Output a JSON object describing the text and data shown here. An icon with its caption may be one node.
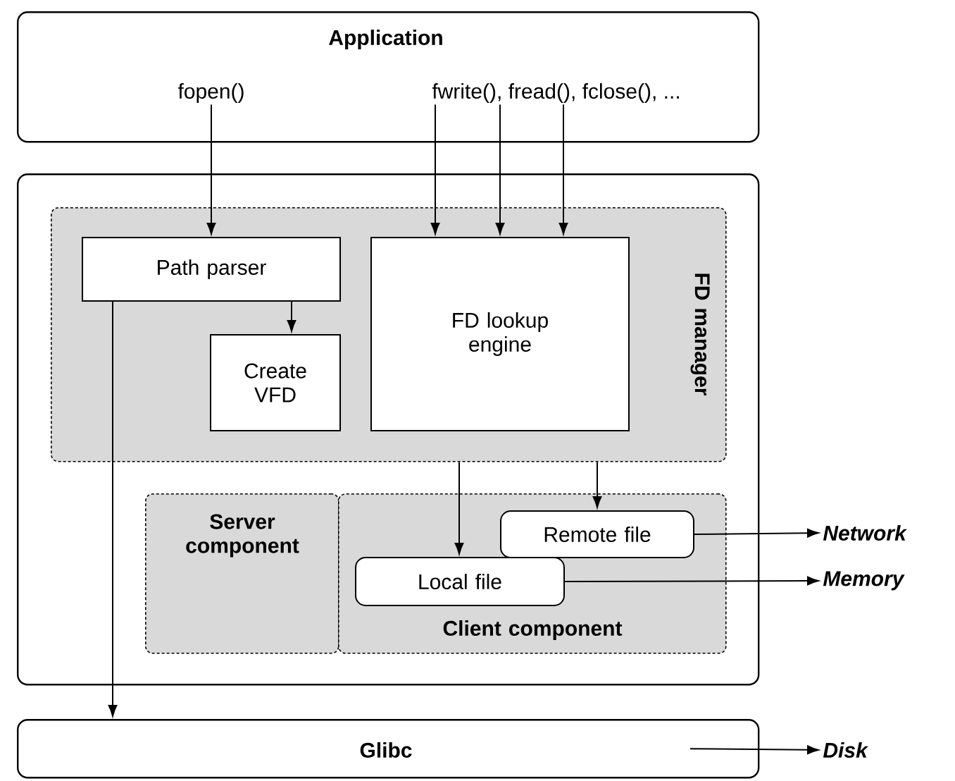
{
  "diagram": {
    "nodes": [
      {
        "text": [
          "Application"
        ]
      },
      {
        "text": [
          "fopen()"
        ],
        "in": 0
      },
      {
        "text": [
          "fwrite(), fread(), fclose(), ..."
        ],
        "in": 0
      },
      {
        "text": [],
        "shape": "box"
      },
      {
        "text": [
          "FD manager"
        ],
        "in": 3
      },
      {
        "text": [
          "Path parser"
        ],
        "in": 4
      },
      {
        "text": [
          "Create VFD"
        ],
        "in": 4
      },
      {
        "text": [
          "FD lookup engine"
        ],
        "in": 4
      },
      {
        "text": [
          "Server component"
        ],
        "in": 3
      },
      {
        "text": [
          "Client component"
        ],
        "in": 3
      },
      {
        "text": [
          "Remote file"
        ],
        "in": 9
      },
      {
        "text": [
          "Local file"
        ],
        "in": 9
      },
      {
        "text": [
          "Network"
        ]
      },
      {
        "text": [
          "Memory"
        ]
      },
      {
        "text": [
          "Glibc"
        ]
      },
      {
        "text": [
          "Disk"
        ]
      }
    ],
    "edges": [
      {
        "from": 1,
        "to": 5,
        "arrow": "to"
      },
      {
        "from": 2,
        "to": 7,
        "arrow": "to"
      },
      {
        "from": 2,
        "to": 7,
        "arrow": "to"
      },
      {
        "from": 2,
        "to": 7,
        "arrow": "to"
      },
      {
        "from": 5,
        "to": 6,
        "arrow": "to"
      },
      {
        "from": 5,
        "to": 14,
        "arrow": "to"
      },
      {
        "from": 4,
        "to": 11,
        "arrow": "to"
      },
      {
        "from": 4,
        "to": 10,
        "arrow": "to"
      },
      {
        "from": 10,
        "to": 12,
        "arrow": "to"
      },
      {
        "from": 11,
        "to": 13,
        "arrow": "to"
      },
      {
        "from": 14,
        "to": 15,
        "arrow": "to"
      }
    ]
  }
}
